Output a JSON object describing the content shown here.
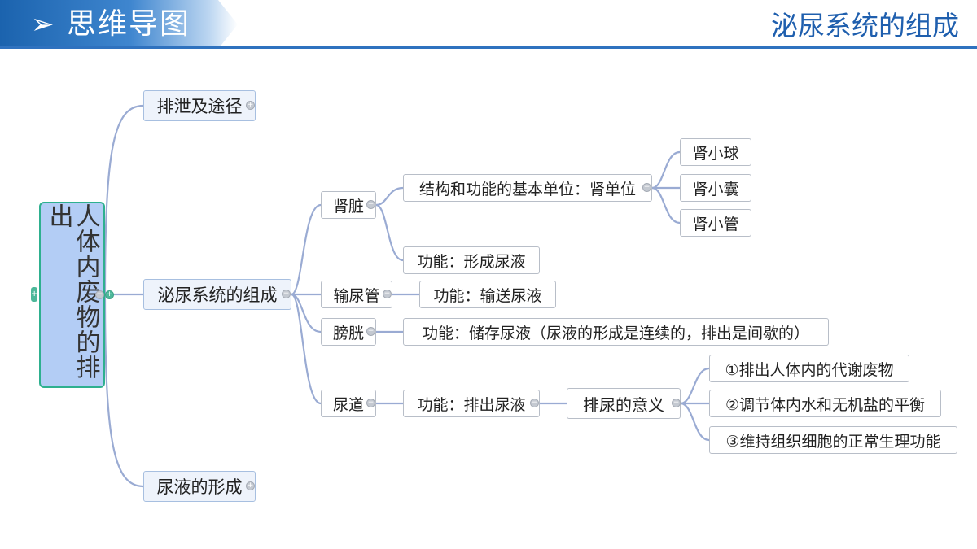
{
  "header": {
    "arrow": "➢",
    "title": "思维导图",
    "page_title": "泌尿系统的组成"
  },
  "root": {
    "label": "人体内废物的排出"
  },
  "branches": {
    "excretion": "排泄及途径",
    "urinary": "泌尿系统的组成",
    "formation": "尿液的形成"
  },
  "kidney": {
    "label": "肾脏",
    "unit": "结构和功能的基本单位：肾单位",
    "parts": [
      "肾小球",
      "肾小囊",
      "肾小管"
    ],
    "function": "功能：形成尿液"
  },
  "ureter": {
    "label": "输尿管",
    "function": "功能：输送尿液"
  },
  "bladder": {
    "label": "膀胱",
    "function": "功能：储存尿液（尿液的形成是连续的，排出是间歇的）"
  },
  "urethra": {
    "label": "尿道",
    "function": "功能：排出尿液",
    "significance": "排尿的意义",
    "points": [
      "①排出人体内的代谢废物",
      "②调节体内水和无机盐的平衡",
      "③维持组织细胞的正常生理功能"
    ]
  },
  "toggles": {
    "collapse": "−",
    "expand": "+"
  },
  "colors": {
    "header": "#1b63ae",
    "title": "#1f5fae",
    "root_fill": "#b3cdf5",
    "root_border": "#2eb08f",
    "connector": "#9aabd3"
  }
}
